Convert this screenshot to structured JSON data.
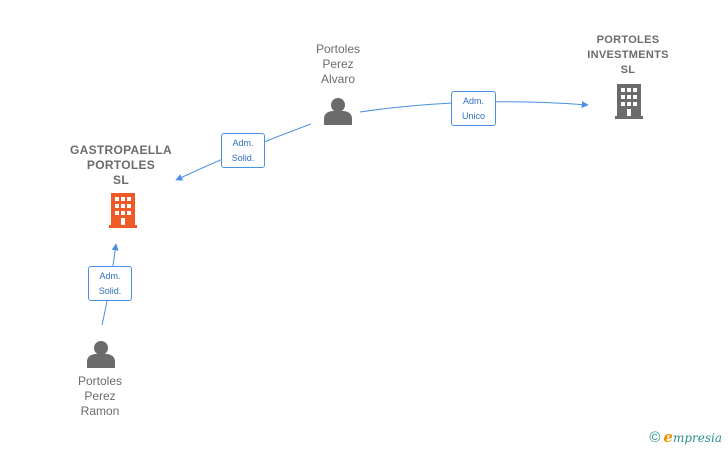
{
  "people": [
    {
      "line1": "Portoles",
      "line2": "Perez",
      "line3": "Alvaro"
    },
    {
      "line1": "Portoles",
      "line2": "Perez",
      "line3": "Ramon"
    }
  ],
  "companies": [
    {
      "line1": "GASTROPAELLA",
      "line2": "PORTOLES",
      "line3": "SL",
      "color": "#f05a28"
    },
    {
      "line1": "PORTOLES",
      "line2": "INVESTMENTS",
      "line3": "SL",
      "color": "#6b6b6b"
    }
  ],
  "relations": [
    {
      "line1": "Adm.",
      "line2": "Solid."
    },
    {
      "line1": "Adm.",
      "line2": "Unico"
    },
    {
      "line1": "Adm.",
      "line2": "Solid."
    }
  ],
  "colors": {
    "edge": "#4a90e2",
    "person_icon": "#6b6b6b"
  },
  "watermark": {
    "symbol": "©",
    "brand_initial": "e",
    "brand_rest": "mpresia"
  }
}
